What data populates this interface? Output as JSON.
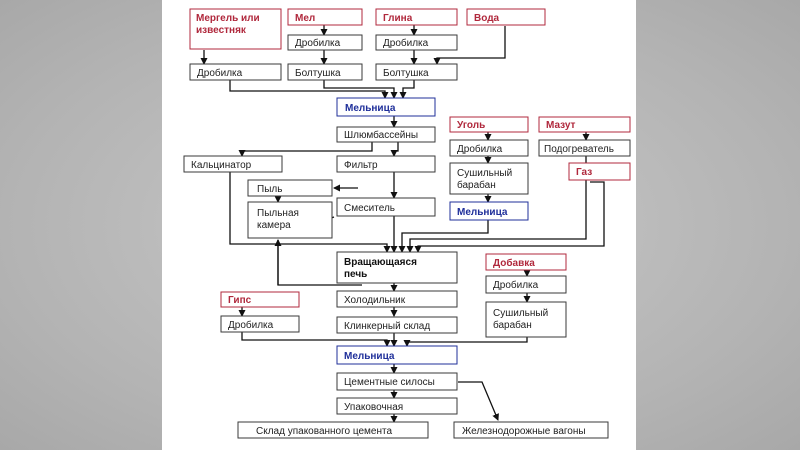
{
  "nodes": {
    "mergel": "Мергель или известняк",
    "mel": "Мел",
    "glina": "Глина",
    "voda": "Вода",
    "drobilka_mel": "Дробилка",
    "drobilka_glina": "Дробилка",
    "drobilka_mergel": "Дробилка",
    "boltushka_mel": "Болтушка",
    "boltushka_glina": "Болтушка",
    "melnitsa_1": "Мельница",
    "shlam": "Шлюмбассейны",
    "ugol": "Уголь",
    "mazut": "Мазут",
    "drobilka_ugol": "Дробилка",
    "podogrevatel": "Подогреватель",
    "kaltsinator": "Кальцинатор",
    "filtr": "Фильтр",
    "sushilny_ugol": "Сушильный барабан",
    "gaz": "Газ",
    "pyl": "Пыль",
    "pylnaya": "Пыльная камера",
    "smesitel": "Смеситель",
    "melnitsa_ugol": "Мельница",
    "pech": "Вращающаяся печь",
    "dobavka": "Добавка",
    "drobilka_dob": "Дробилка",
    "gips": "Гипс",
    "holodilnik": "Холодильник",
    "sushilny_dob": "Сушильный барабан",
    "drobilka_gips": "Дробилка",
    "klinker": "Клинкерный склад",
    "melnitsa_2": "Мельница",
    "silosy": "Цементные силосы",
    "upakovochnaya": "Упаковочная",
    "sklad": "Склад упакованного цемента",
    "vagony": "Железнодорожные вагоны"
  }
}
